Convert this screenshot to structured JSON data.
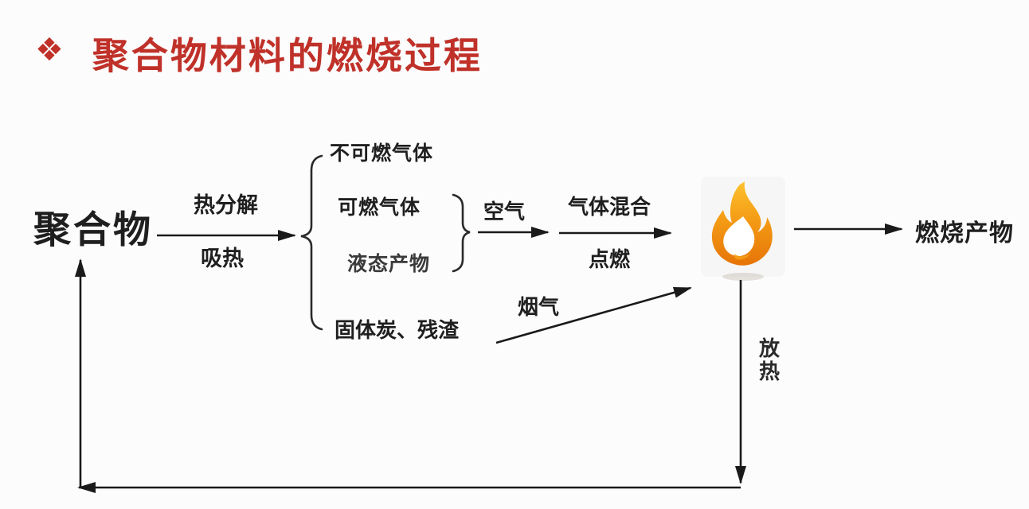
{
  "slide": {
    "title_bullet": "❖",
    "title": "聚合物材料的燃烧过程"
  },
  "nodes": {
    "polymer": "聚合物",
    "noncombustible_gas": "不可燃气体",
    "combustible_gas": "可燃气体",
    "liquid_products": "液态产物",
    "solid_char_residue": "固体炭、残渣",
    "combustion_products": "燃烧产物"
  },
  "labels": {
    "thermal_decomposition": "热分解",
    "heat_absorption": "吸热",
    "air": "空气",
    "gas_mixing": "气体混合",
    "ignition": "点燃",
    "smoke": "烟气",
    "heat_release": "放热"
  },
  "icons": {
    "flame": "flame-icon"
  },
  "colors": {
    "title_red": "#bf3129",
    "diagram_text": "#1f1f1f",
    "arrow_black": "#1a1a1a",
    "flame_orange": "#ec830c",
    "flame_yellow": "#fdc22f",
    "flame_core": "#ffffff"
  }
}
